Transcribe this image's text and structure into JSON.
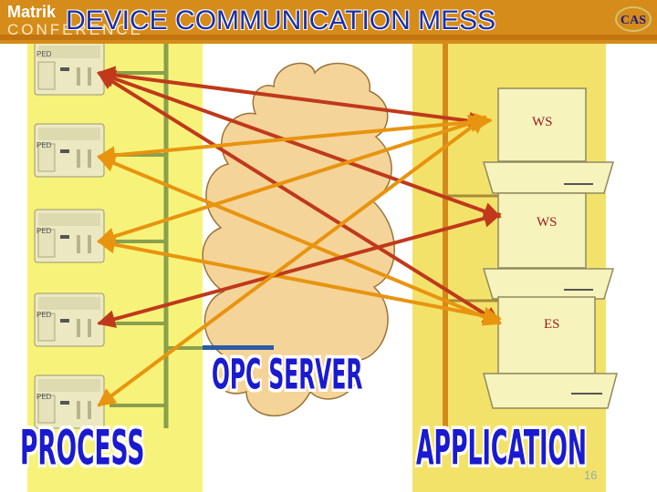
{
  "header": {
    "brand_top": "Matrik",
    "brand_bottom": "CONFERENCE",
    "title": "DEVICE COMMUNICATION MESS",
    "logo_text": "CAS"
  },
  "diagram": {
    "process_label": "PROCESS",
    "application_label": "APPLICATION",
    "opc_label": "OPC SERVER",
    "devices": [
      {
        "tag": "PED"
      },
      {
        "tag": "PED"
      },
      {
        "tag": "PED"
      },
      {
        "tag": "PED"
      },
      {
        "tag": "PED"
      }
    ],
    "stations": [
      {
        "label": "WS"
      },
      {
        "label": "WS"
      },
      {
        "label": "ES"
      }
    ]
  },
  "footer": {
    "page_number": "16"
  },
  "colors": {
    "process_bg": "#f7f37a",
    "application_bg": "#f3e26a",
    "cloud": "#f5d49a",
    "arrow_red": "#c0391a",
    "arrow_orange": "#e8940f",
    "bus_green": "#8aa04b",
    "label_blue": "#1a1ad0"
  }
}
